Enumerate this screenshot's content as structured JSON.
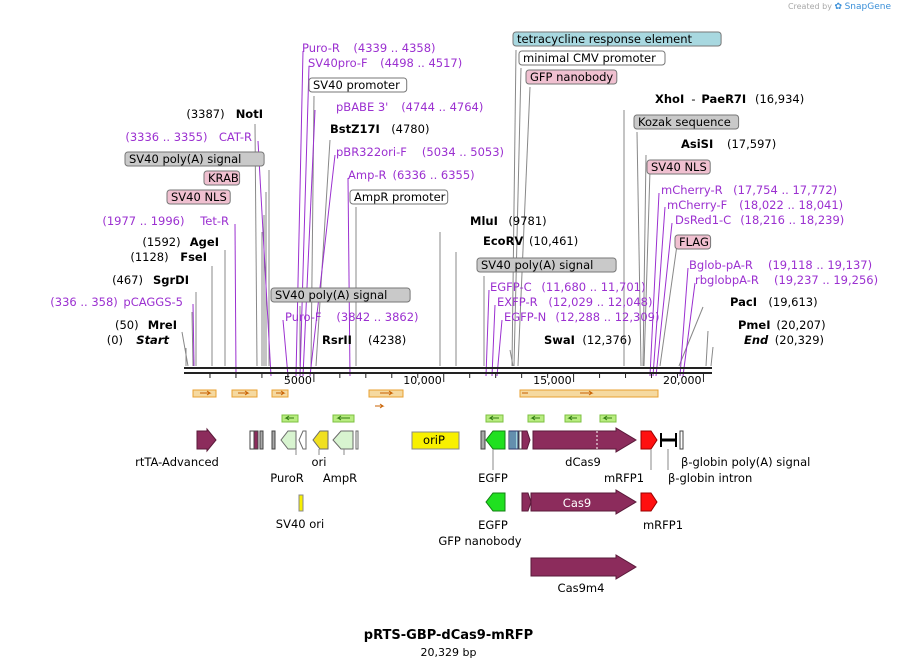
{
  "brand": {
    "created_by": "Created by",
    "app": "SnapGene"
  },
  "plasmid": {
    "name": "pRTS-GBP-dCas9-mRFP",
    "size": "20,329 bp"
  },
  "colors": {
    "site": "#000000",
    "primer": "#9b30d0",
    "line": "#7a7a7a",
    "backbone": "#222222"
  },
  "ruler": {
    "total_bp": 20329,
    "ticks": [
      "5000",
      "10,000",
      "15,000",
      "20,000"
    ],
    "tick_values": [
      5000,
      10000,
      15000,
      20000
    ]
  },
  "left_labels": [
    {
      "kind": "primer",
      "text": "Puro-R",
      "range": "(4339 .. 4358)",
      "bp": 4348
    },
    {
      "kind": "primer",
      "text": "SV40pro-F",
      "range": "(4498 .. 4517)",
      "bp": 4507
    },
    {
      "kind": "feature",
      "text": "SV40 promoter",
      "color": "#ffffff",
      "bp": 4700
    },
    {
      "kind": "primer",
      "text": "pBABE 3'",
      "range": "(4744 .. 4764)",
      "bp": 4754
    },
    {
      "kind": "site_after",
      "text": "BstZ17I",
      "pos": "(4780)",
      "bp": 4780
    },
    {
      "kind": "primer",
      "text": "pBR322ori-F",
      "range": "(5034 .. 5053)",
      "bp": 5043
    },
    {
      "kind": "primer",
      "text": "Amp-R",
      "range": "(6336 .. 6355)",
      "bp": 6345
    },
    {
      "kind": "feature",
      "text": "AmpR promoter",
      "color": "#ffffff",
      "bp": 6500
    },
    {
      "kind": "site_before",
      "text": "NotI",
      "pos": "(3387)",
      "bp": 3387
    },
    {
      "kind": "primer_before",
      "text": "CAT-R",
      "range": "(3336 .. 3355)",
      "bp": 3345
    },
    {
      "kind": "feature",
      "text": "SV40 poly(A) signal",
      "color": "#c9c9c9",
      "bp": 3200
    },
    {
      "kind": "feature",
      "text": "KRAB",
      "color": "#f0c0d0",
      "bp": 2900
    },
    {
      "kind": "feature",
      "text": "SV40 NLS",
      "color": "#f0c0d0",
      "bp": 2800
    },
    {
      "kind": "primer_before",
      "text": "Tet-R",
      "range": "(1977 .. 1996)",
      "bp": 1986
    },
    {
      "kind": "site_before",
      "text": "AgeI",
      "pos": "(1592)",
      "bp": 1592
    },
    {
      "kind": "site_before",
      "text": "FseI",
      "pos": "(1128)",
      "bp": 1128
    },
    {
      "kind": "site_before",
      "text": "SgrDI",
      "pos": "(467)",
      "bp": 467
    },
    {
      "kind": "primer_before",
      "text": "pCAGGS-5",
      "range": "(336 .. 358)",
      "bp": 347
    },
    {
      "kind": "site_before",
      "text": "MreI",
      "pos": "(50)",
      "bp": 50
    },
    {
      "kind": "site_before_italic",
      "text": "Start",
      "pos": "(0)",
      "bp": 0
    },
    {
      "kind": "feature",
      "text": "SV40 poly(A) signal",
      "color": "#c9c9c9",
      "bp": 3900
    },
    {
      "kind": "primer",
      "text": "Puro-F",
      "range": "(3842 .. 3862)",
      "bp": 3852
    },
    {
      "kind": "site_after",
      "text": "RsrII",
      "pos": "(4238)",
      "bp": 4238
    },
    {
      "kind": "site_after",
      "text": "MluI",
      "pos": "(9781)",
      "bp": 9781
    },
    {
      "kind": "site_after",
      "text": "EcoRV",
      "pos": "(10,461)",
      "bp": 10461
    }
  ],
  "right_labels": [
    {
      "kind": "feature",
      "text": "tetracycline response element",
      "color": "#a8d8e0",
      "bp": 12200
    },
    {
      "kind": "feature",
      "text": "minimal CMV promoter",
      "color": "#ffffff",
      "bp": 12500
    },
    {
      "kind": "feature",
      "text": "GFP nanobody",
      "color": "#f0c0d0",
      "bp": 12700
    },
    {
      "kind": "site_after",
      "text": "XhoI",
      "extra": "PaeR7I",
      "pos": "(16,934)",
      "bp": 16934
    },
    {
      "kind": "feature",
      "text": "Kozak sequence",
      "color": "#c9c9c9",
      "bp": 17580
    },
    {
      "kind": "site_after",
      "text": "AsiSI",
      "pos": "(17,597)",
      "bp": 17597
    },
    {
      "kind": "feature",
      "text": "SV40 NLS",
      "color": "#f0c0d0",
      "bp": 17650
    },
    {
      "kind": "primer",
      "text": "mCherry-R",
      "range": "(17,754 .. 17,772)",
      "bp": 17763
    },
    {
      "kind": "primer",
      "text": "mCherry-F",
      "range": "(18,022 .. 18,041)",
      "bp": 18031
    },
    {
      "kind": "primer",
      "text": "DsRed1-C",
      "range": "(18,216 .. 18,239)",
      "bp": 18227
    },
    {
      "kind": "feature",
      "text": "FLAG",
      "color": "#f0c0d0",
      "bp": 18600
    },
    {
      "kind": "primer",
      "text": "Bglob-pA-R",
      "range": "(19,118 .. 19,137)",
      "bp": 19127
    },
    {
      "kind": "primer",
      "text": "rbglobpA-R",
      "range": "(19,237 .. 19,256)",
      "bp": 19246
    },
    {
      "kind": "site_after",
      "text": "PacI",
      "pos": "(19,613)",
      "bp": 19613
    },
    {
      "kind": "site_after",
      "text": "PmeI",
      "pos": "(20,207)",
      "bp": 20207
    },
    {
      "kind": "site_after_italic",
      "text": "End",
      "pos": "(20,329)",
      "bp": 20329
    },
    {
      "kind": "feature",
      "text": "SV40 poly(A) signal",
      "color": "#c9c9c9",
      "bp": 11400
    },
    {
      "kind": "primer",
      "text": "EGFP-C",
      "range": "(11,680 .. 11,701)",
      "bp": 11690
    },
    {
      "kind": "primer",
      "text": "EXFP-R",
      "range": "(12,029 .. 12,048)",
      "bp": 12038
    },
    {
      "kind": "primer",
      "text": "EGFP-N",
      "range": "(12,288 .. 12,309)",
      "bp": 12298
    },
    {
      "kind": "site_after",
      "text": "SwaI",
      "pos": "(12,376)",
      "bp": 12376
    }
  ],
  "features": [
    {
      "name": "rtTA-Advanced",
      "color": "#8c2c5c",
      "shape": "arrow-right"
    },
    {
      "name": "PuroR",
      "color": "#d8f4d0",
      "shape": "arrow-left"
    },
    {
      "name": "ori",
      "color": "#f0e020",
      "shape": "arrow-left"
    },
    {
      "name": "AmpR",
      "color": "#d8f4d0",
      "shape": "arrow-left"
    },
    {
      "name": "oriP",
      "color": "#f8f000",
      "shape": "box"
    },
    {
      "name": "EGFP",
      "color": "#20e020",
      "shape": "arrow-left"
    },
    {
      "name": "dCas9",
      "color": "#8c2c5c",
      "shape": "arrow-right"
    },
    {
      "name": "mRFP1",
      "color": "#ff1010",
      "shape": "arrow-right"
    },
    {
      "name": "β-globin poly(A) signal",
      "color": "#000000",
      "shape": "terminator"
    },
    {
      "name": "β-globin intron",
      "color": "#ffffff",
      "shape": "bar"
    },
    {
      "name": "SV40 ori",
      "color": "#f8f000",
      "shape": "box"
    },
    {
      "name": "GFP nanobody",
      "color": "#20e020",
      "shape": "arrow-left"
    },
    {
      "name": "Cas9",
      "color": "#8c2c5c",
      "shape": "arrow-right"
    },
    {
      "name": "Cas9m4",
      "color": "#8c2c5c",
      "shape": "arrow-right"
    }
  ]
}
